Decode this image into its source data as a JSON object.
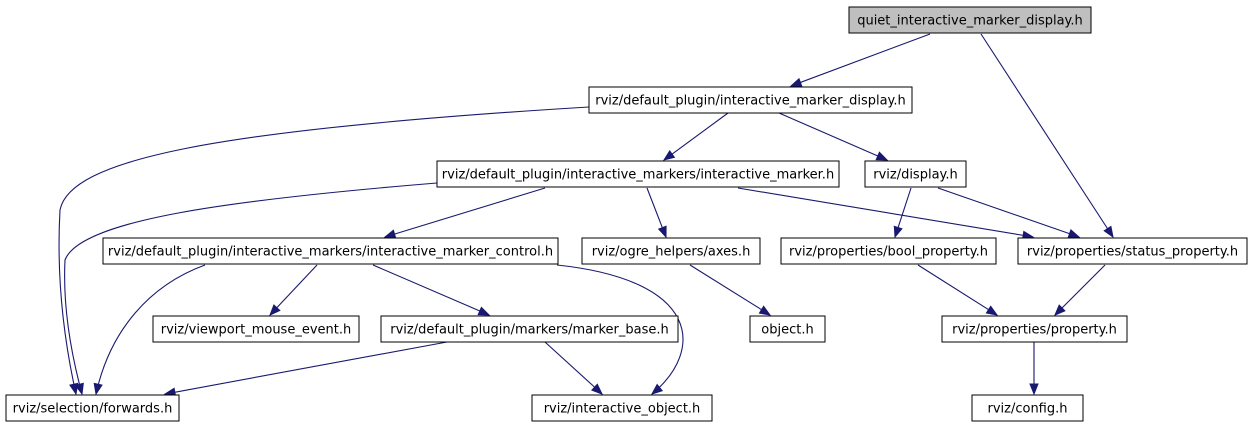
{
  "diagram": {
    "type": "include-dependency-graph",
    "colors": {
      "edge": "#191970",
      "root_fill": "#bfbfbf",
      "node_fill": "#ffffff",
      "border": "#000000"
    },
    "nodes": [
      {
        "id": "root",
        "label": "quiet_interactive_marker_display.h",
        "root": true
      },
      {
        "id": "imd",
        "label": "rviz/default_plugin/interactive_marker_display.h"
      },
      {
        "id": "im",
        "label": "rviz/default_plugin/interactive_markers/interactive_marker.h"
      },
      {
        "id": "display",
        "label": "rviz/display.h"
      },
      {
        "id": "imc",
        "label": "rviz/default_plugin/interactive_markers/interactive_marker_control.h"
      },
      {
        "id": "axes",
        "label": "rviz/ogre_helpers/axes.h"
      },
      {
        "id": "boolprop",
        "label": "rviz/properties/bool_property.h"
      },
      {
        "id": "statusprop",
        "label": "rviz/properties/status_property.h"
      },
      {
        "id": "vme",
        "label": "rviz/viewport_mouse_event.h"
      },
      {
        "id": "markerbase",
        "label": "rviz/default_plugin/markers/marker_base.h"
      },
      {
        "id": "object",
        "label": "object.h"
      },
      {
        "id": "property",
        "label": "rviz/properties/property.h"
      },
      {
        "id": "forwards",
        "label": "rviz/selection/forwards.h"
      },
      {
        "id": "iobject",
        "label": "rviz/interactive_object.h"
      },
      {
        "id": "config",
        "label": "rviz/config.h"
      }
    ],
    "edges": [
      [
        "root",
        "imd"
      ],
      [
        "root",
        "statusprop"
      ],
      [
        "imd",
        "forwards"
      ],
      [
        "imd",
        "im"
      ],
      [
        "imd",
        "display"
      ],
      [
        "im",
        "forwards"
      ],
      [
        "im",
        "imc"
      ],
      [
        "im",
        "axes"
      ],
      [
        "im",
        "statusprop"
      ],
      [
        "display",
        "boolprop"
      ],
      [
        "display",
        "statusprop"
      ],
      [
        "imc",
        "forwards"
      ],
      [
        "imc",
        "vme"
      ],
      [
        "imc",
        "markerbase"
      ],
      [
        "imc",
        "iobject"
      ],
      [
        "axes",
        "object"
      ],
      [
        "boolprop",
        "property"
      ],
      [
        "statusprop",
        "property"
      ],
      [
        "markerbase",
        "forwards"
      ],
      [
        "markerbase",
        "iobject"
      ],
      [
        "property",
        "config"
      ]
    ]
  }
}
